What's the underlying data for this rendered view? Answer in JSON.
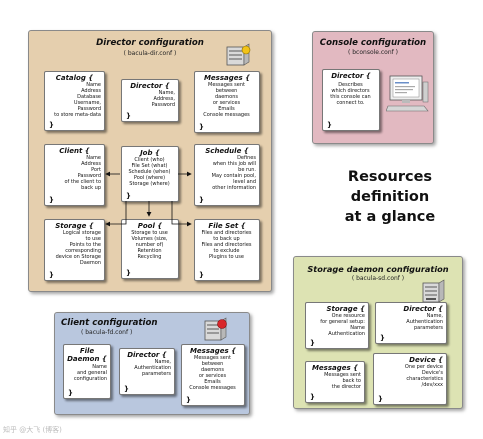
{
  "title_lines": [
    "Resources",
    "definition",
    "at a glance"
  ],
  "watermark": "知乎 @大飞 (博客)",
  "director": {
    "title": "Director configuration",
    "file": "( bacula-dir.conf )",
    "boxes": {
      "catalog": {
        "title": "Catalog {",
        "body": "Name\nAddress\nDatabase\nUsername,\nPassword\nto store meta-data",
        "close": "}"
      },
      "director": {
        "title": "Director {",
        "body": "Name,\nAddress,\nPassword",
        "close": "}"
      },
      "messages": {
        "title": "Messages {",
        "body": "Messages sent\nbetween\ndaemons\nor services\nEmails\nConsole messages",
        "close": "}"
      },
      "client": {
        "title": "Client {",
        "body": "Name\nAddress\nPort\nPassword\nof the client to\nback up",
        "close": "}"
      },
      "job": {
        "title": "Job {",
        "body": "Client (who)\nFile Set (what)\nSchedule (when)\nPool (where)\nStorage (where)",
        "close": "}"
      },
      "schedule": {
        "title": "Schedule {",
        "body": "Defines\nwhen this job will\nbe run.\nMay contain pool,\nlevel and\nother information",
        "close": "}"
      },
      "storage": {
        "title": "Storage {",
        "body": "Logical storage\nto use\nPoints to the\ncorresponding\ndevice on Storage\nDaemon",
        "close": "}"
      },
      "pool": {
        "title": "Pool {",
        "body": "Storage to use\nVolumes (size,\nnumber of)\nRetention\nRecycling",
        "close": "}"
      },
      "fileset": {
        "title": "File Set {",
        "body": "Files and directories\nto back up\nFiles and directories\nto exclude\nPlugins to use",
        "close": "}"
      }
    }
  },
  "console": {
    "title": "Console configuration",
    "file": "( bconsole.conf )",
    "boxes": {
      "director": {
        "title": "Director {",
        "body": "Describes\nwhich directors\nthis console can\nconnect to.",
        "close": "}"
      }
    }
  },
  "client": {
    "title": "Client configuration",
    "file": "( bacula-fd.conf )",
    "boxes": {
      "filedaemon": {
        "title": "File\nDaemon {",
        "body": "Name\nand general\nconfiguration",
        "close": "}"
      },
      "director": {
        "title": "Director {",
        "body": "Name,\nAuthentication\nparameters",
        "close": "}"
      },
      "messages": {
        "title": "Messages {",
        "body": "Messages sent\nbetween\ndaemons\nor services\nEmails\nConsole messages",
        "close": "}"
      }
    }
  },
  "storage_daemon": {
    "title": "Storage daemon configuration",
    "file": "( bacula-sd.conf )",
    "boxes": {
      "storage": {
        "title": "Storage {",
        "body": "One resource\nfor general setup:\nName\nAuthentication",
        "close": "}"
      },
      "director": {
        "title": "Director {",
        "body": "Name,\nAuthentication\nparameters",
        "close": "}"
      },
      "messages": {
        "title": "Messages {",
        "body": "Messages sent\nback to\nthe director",
        "close": "}"
      },
      "device": {
        "title": "Device {",
        "body": "One per device\nDevice's\ncharacteristics\n/dev/xxx",
        "close": "}"
      }
    }
  },
  "colors": {
    "director_bg": "#e5cfae",
    "console_bg": "#e2b9c1",
    "client_bg": "#b9c7de",
    "sd_bg": "#dde3b3",
    "arrow": "#111111"
  },
  "icons": [
    "server-icon",
    "console-computer-icon",
    "client-server-icon",
    "storage-server-icon"
  ]
}
